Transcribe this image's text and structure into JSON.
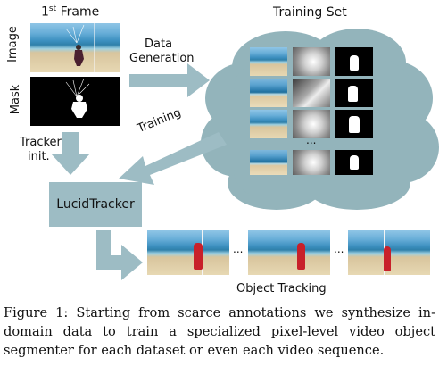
{
  "header": {
    "first_frame_prefix": "1",
    "first_frame_sup": "st",
    "first_frame_suffix": " Frame",
    "training_set": "Training Set"
  },
  "left_labels": {
    "image": "Image",
    "mask": "Mask"
  },
  "arrows": {
    "data_generation_line1": "Data",
    "data_generation_line2": "Generation",
    "training": "Training",
    "tracker_init_line1": "Tracker",
    "tracker_init_line2": "init."
  },
  "tracker_box": {
    "label": "LucidTracker"
  },
  "output": {
    "label": "Object Tracking",
    "ellipsis": "..."
  },
  "cloud": {
    "ellipsis": "..."
  },
  "caption": {
    "text": "Figure 1: Starting from scarce annotations we synthesize in-domain data to train a specialized pixel-level video object segmenter for each dataset or even each video sequence."
  },
  "colors": {
    "arrow": "#9dbcc4",
    "cloud": "#93b4bb",
    "box": "#9dbcc4",
    "mask_red": "#c8202a"
  }
}
